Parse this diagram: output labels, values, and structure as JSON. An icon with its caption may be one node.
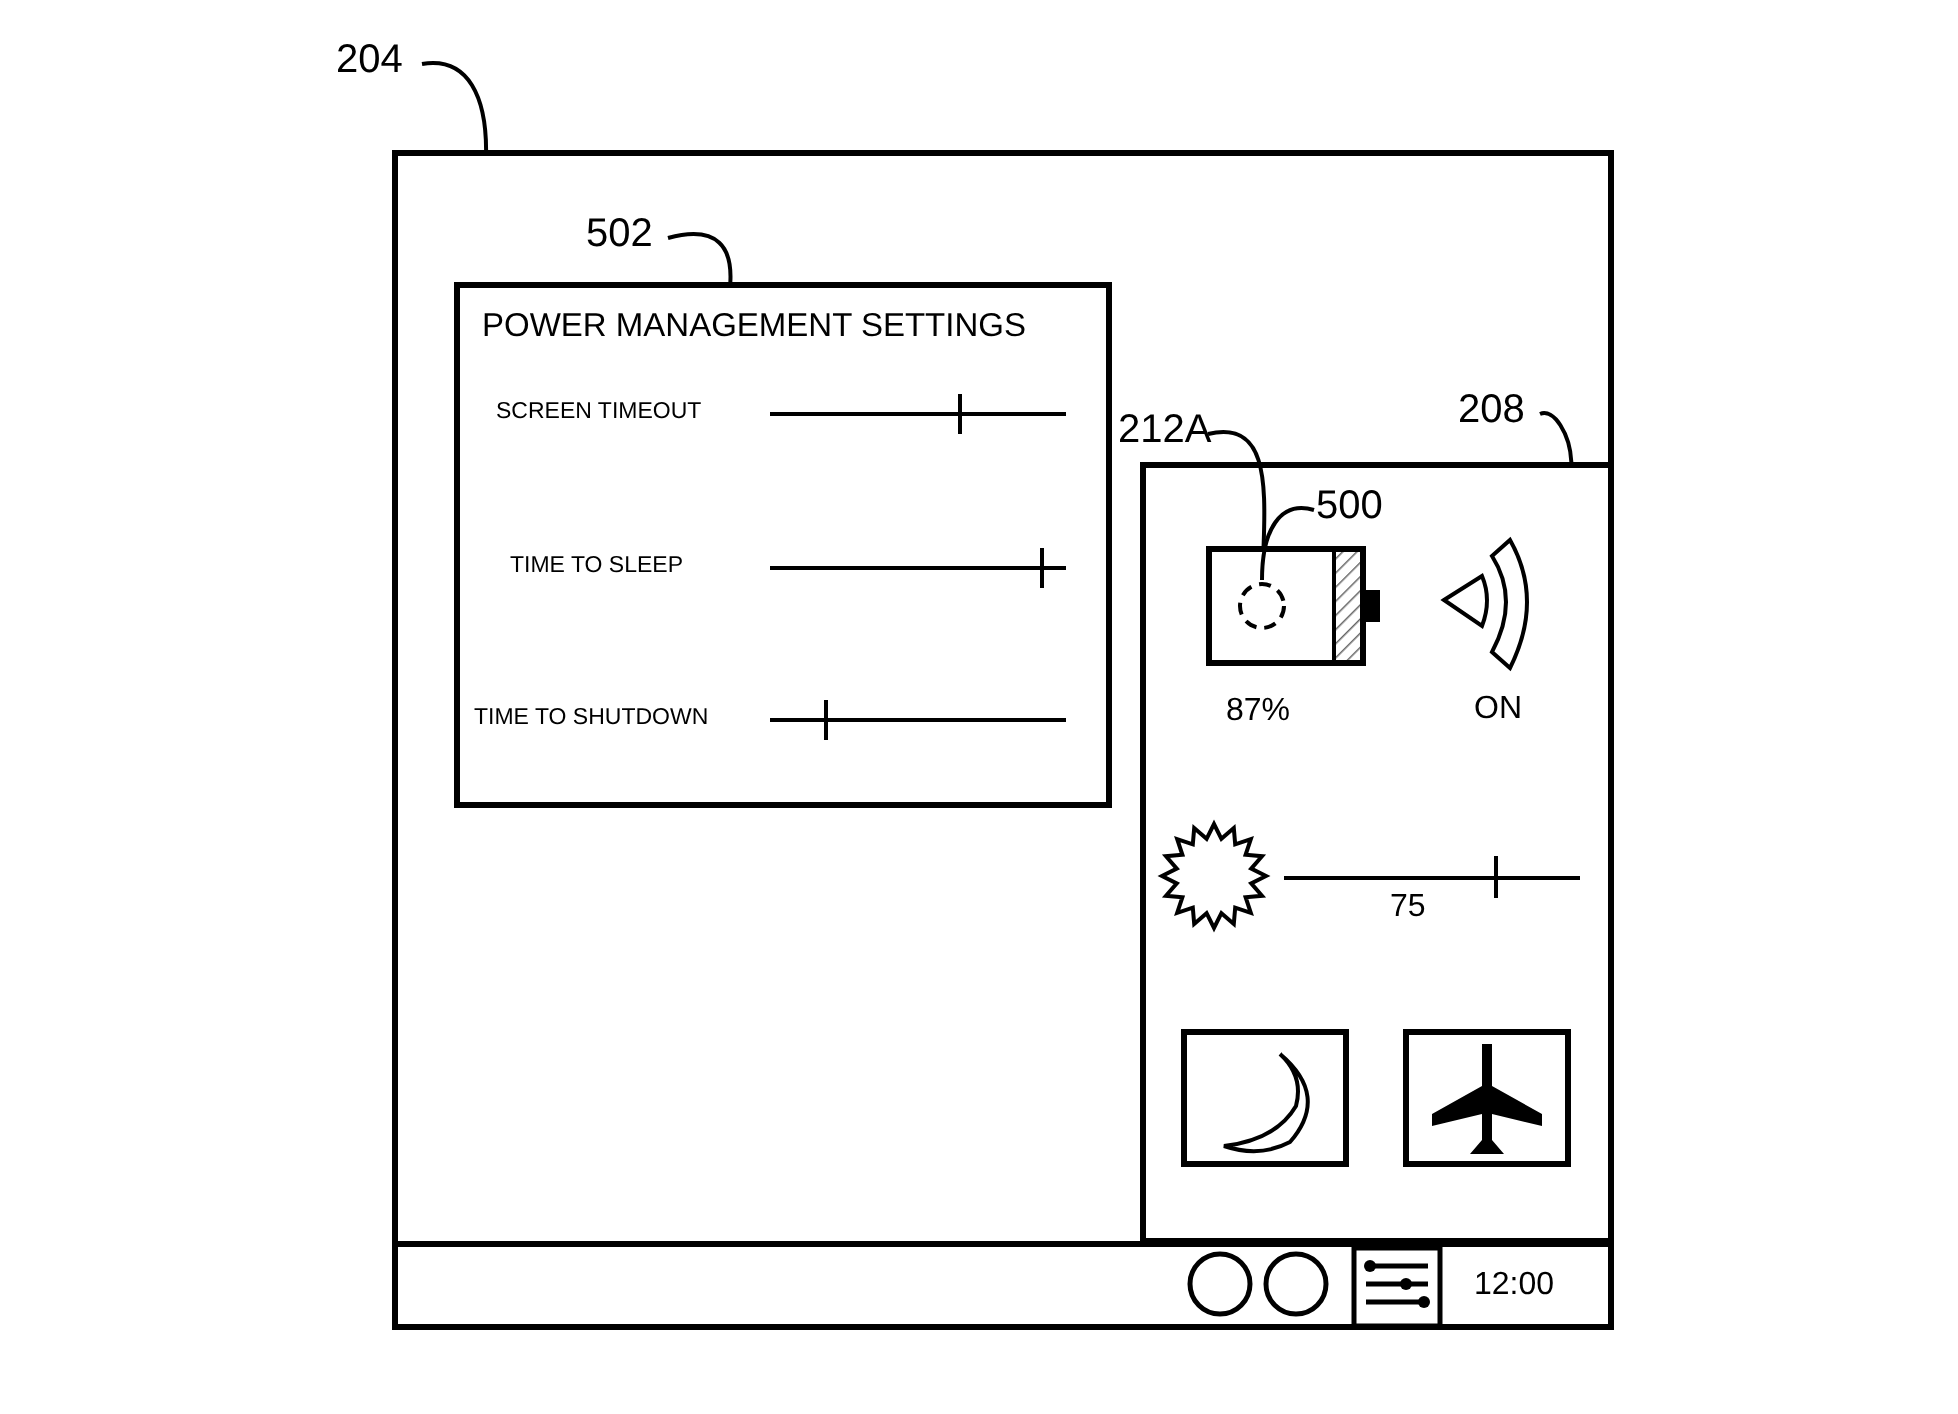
{
  "diagram": {
    "nodes": [
      {
        "text": [
          "204"
        ]
      },
      {
        "text": [],
        "shape": "box"
      },
      {
        "text": [
          "502"
        ],
        "in": 1
      },
      {
        "text": [
          "POWER MANAGEMENT SETTINGS",
          "SCREEN TIMEOUT",
          "TIME TO SLEEP",
          "TIME TO SHUTDOWN"
        ],
        "in": 1
      },
      {
        "text": [
          "208"
        ],
        "in": 1
      },
      {
        "text": [],
        "shape": "box",
        "in": 1
      },
      {
        "text": [
          "212A"
        ],
        "in": 1
      },
      {
        "text": [],
        "shape": "picture",
        "in": 5,
        "beside": [
          "87%"
        ]
      },
      {
        "text": [
          "500"
        ],
        "in": 5
      },
      {
        "text": [],
        "shape": "circle",
        "in": 7
      }
    ],
    "edges": [
      {
        "from": 0,
        "to": 1,
        "arrow": "none"
      },
      {
        "from": 2,
        "to": 3,
        "arrow": "none"
      },
      {
        "from": 4,
        "to": 5,
        "arrow": "none"
      },
      {
        "from": 6,
        "to": 7,
        "arrow": "none"
      },
      {
        "from": 8,
        "to": 9,
        "arrow": "none"
      }
    ],
    "labels": [
      "ON",
      "75",
      "12:00"
    ]
  }
}
